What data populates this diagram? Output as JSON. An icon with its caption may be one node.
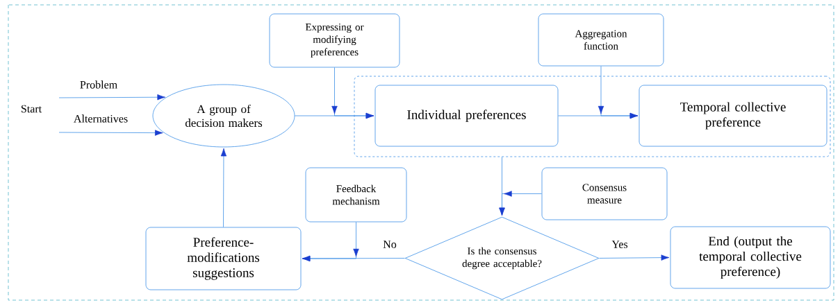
{
  "diagram": {
    "nodes": [
      {
        "text": [
          "Expressing or modifying preferences"
        ]
      },
      {
        "text": [
          "Aggregation function"
        ]
      },
      {
        "text": [
          "A group of decision makers"
        ]
      },
      {
        "text": [],
        "shape": "box"
      },
      {
        "text": [
          "Individual preferences"
        ],
        "in": 3
      },
      {
        "text": [
          "Temporal collective preference"
        ],
        "in": 3
      },
      {
        "text": [
          "Feedback mechanism"
        ]
      },
      {
        "text": [
          "Consensus measure"
        ]
      },
      {
        "text": [
          "Preference-modifications suggestions"
        ]
      },
      {
        "text": [
          "Is the consensus degree acceptable?"
        ]
      },
      {
        "text": [
          "End (output the temporal collective preference)"
        ]
      }
    ],
    "edges": [
      {
        "from": null,
        "to": 2,
        "arrow": "to",
        "label": "Problem"
      },
      {
        "from": null,
        "to": 2,
        "arrow": "to",
        "label": "Alternatives"
      },
      {
        "from": 2,
        "to": 4,
        "arrow": "to"
      },
      {
        "from": 0,
        "to": 4,
        "arrow": "to"
      },
      {
        "from": 4,
        "to": 5,
        "arrow": "to"
      },
      {
        "from": 1,
        "to": 5,
        "arrow": "to"
      },
      {
        "from": 3,
        "to": 9,
        "arrow": "to"
      },
      {
        "from": 7,
        "to": 9,
        "arrow": "to"
      },
      {
        "from": 9,
        "to": 8,
        "arrow": "to",
        "label": "No"
      },
      {
        "from": 6,
        "to": 8,
        "arrow": "to"
      },
      {
        "from": 9,
        "to": 10,
        "arrow": "to",
        "label": "Yes"
      },
      {
        "from": 8,
        "to": 2,
        "arrow": "to"
      }
    ],
    "labels": [
      "Start"
    ]
  }
}
